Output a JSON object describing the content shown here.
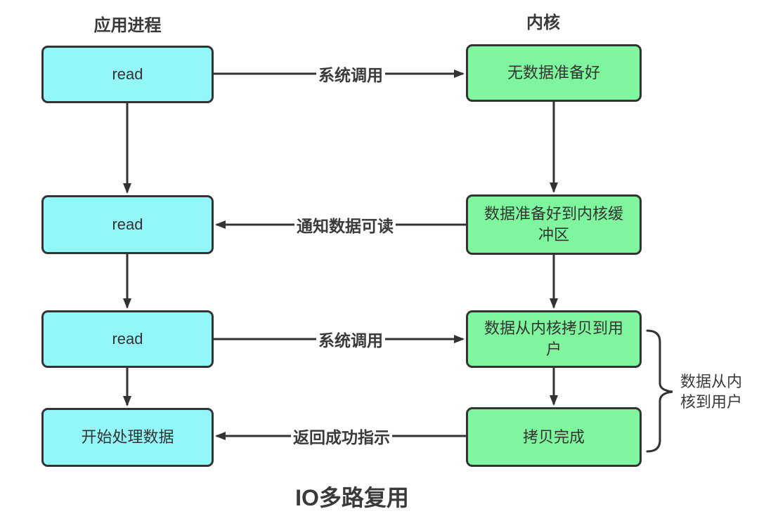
{
  "diagram": {
    "title": "IO多路复用",
    "columns": {
      "left_header": "应用进程",
      "right_header": "内核"
    },
    "left_boxes": [
      "read",
      "read",
      "read",
      "开始处理数据"
    ],
    "right_boxes": [
      "无数据准备好",
      "数据准备好到内核缓冲区",
      "数据从内核拷贝到用户",
      "拷贝完成"
    ],
    "arrows": [
      {
        "label": "系统调用",
        "direction": "left-to-right"
      },
      {
        "label": "通知数据可读",
        "direction": "right-to-left"
      },
      {
        "label": "系统调用",
        "direction": "left-to-right"
      },
      {
        "label": "返回成功指示",
        "direction": "right-to-left"
      }
    ],
    "brace_label": "数据从内核到用户",
    "colors": {
      "process_box_fill": "#93F7FA",
      "kernel_box_fill": "#7FF69E",
      "stroke": "#333333",
      "text": "#3A3A3A"
    }
  }
}
